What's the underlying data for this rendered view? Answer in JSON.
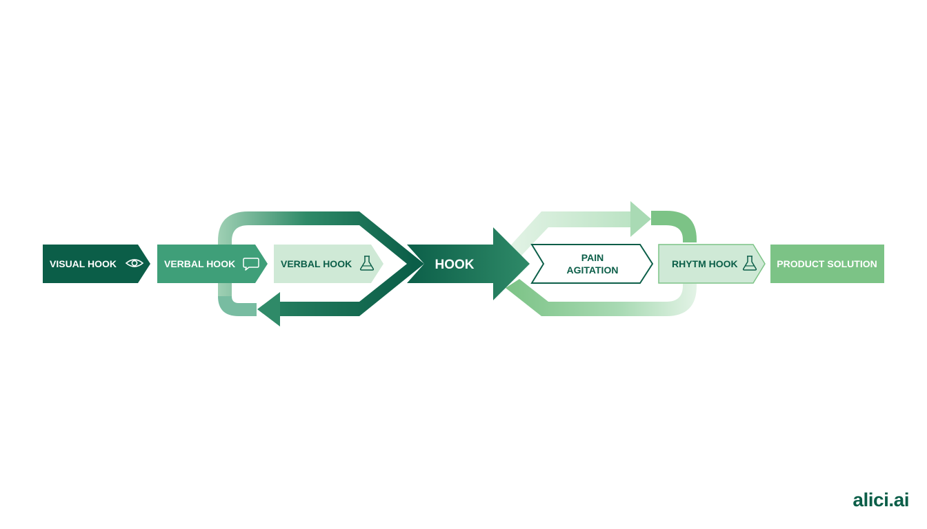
{
  "colors": {
    "dark": "#0b5e48",
    "mid": "#3f9f79",
    "light": "#cfe9d6",
    "green": "#7cc386",
    "white": "#ffffff"
  },
  "steps": {
    "visual_hook": {
      "label": "VISUAL HOOK",
      "icon": "eye-icon"
    },
    "verbal_hook_1": {
      "label": "VERBAL HOOK",
      "icon": "speech-bubble-icon"
    },
    "verbal_hook_2": {
      "label": "VERBAL HOOK",
      "icon": "flask-icon"
    },
    "hook": {
      "label": "HOOK"
    },
    "pain_agitation": {
      "line1": "PAIN",
      "line2": "AGITATION"
    },
    "rhythm_hook": {
      "label": "RHYTM HOOK",
      "icon": "flask-icon"
    },
    "product_solution": {
      "label": "PRODUCT SOLUTION"
    }
  },
  "brand": {
    "name": "alici.ai"
  }
}
